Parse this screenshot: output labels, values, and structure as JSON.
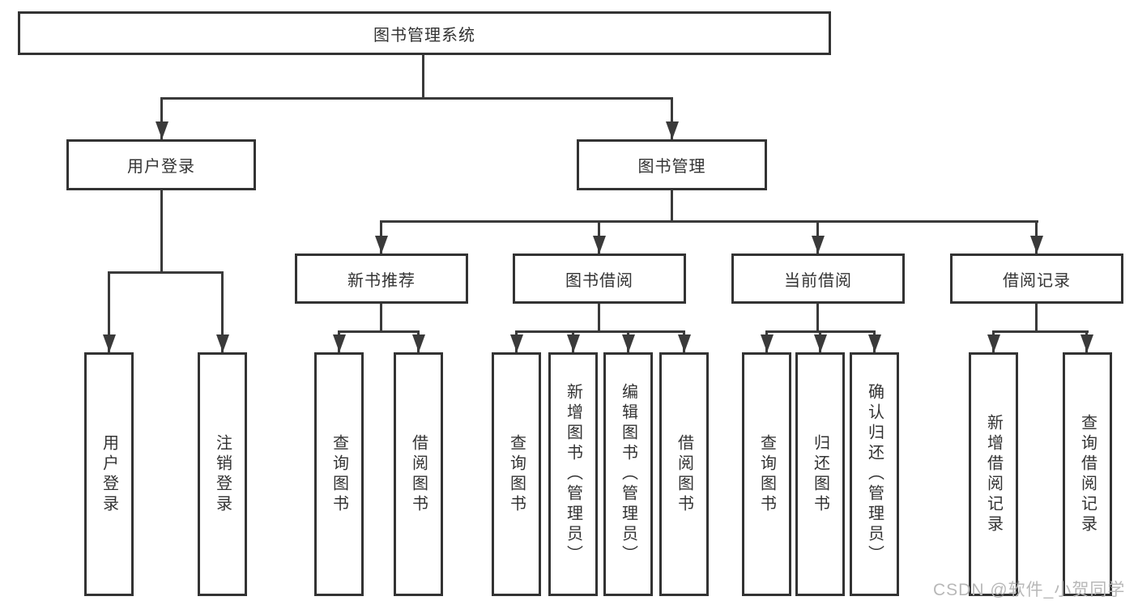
{
  "diagram": {
    "title": "图书管理系统",
    "root": {
      "label": "图书管理系统"
    },
    "level2": [
      {
        "label": "用户登录"
      },
      {
        "label": "图书管理"
      }
    ],
    "level3": [
      {
        "label": "新书推荐"
      },
      {
        "label": "图书借阅"
      },
      {
        "label": "当前借阅"
      },
      {
        "label": "借阅记录"
      }
    ],
    "leaves": {
      "user_login": [
        "用户登录",
        "注销登录"
      ],
      "new_book": [
        "查询图书",
        "借阅图书"
      ],
      "book_borrow": [
        "查询图书",
        "新增图书（管理员）",
        "编辑图书（管理员）",
        "借阅图书"
      ],
      "current_borrow": [
        "查询图书",
        "归还图书",
        "确认归还（管理员）"
      ],
      "borrow_record": [
        "新增借阅记录",
        "查询借阅记录"
      ]
    }
  },
  "watermark": {
    "text": "CSDN @软件_小贺同学"
  },
  "colors": {
    "line": "#3a3a3a",
    "border": "#333333",
    "text": "#333333",
    "background": "#ffffff",
    "watermark": "#b8b8b8"
  }
}
